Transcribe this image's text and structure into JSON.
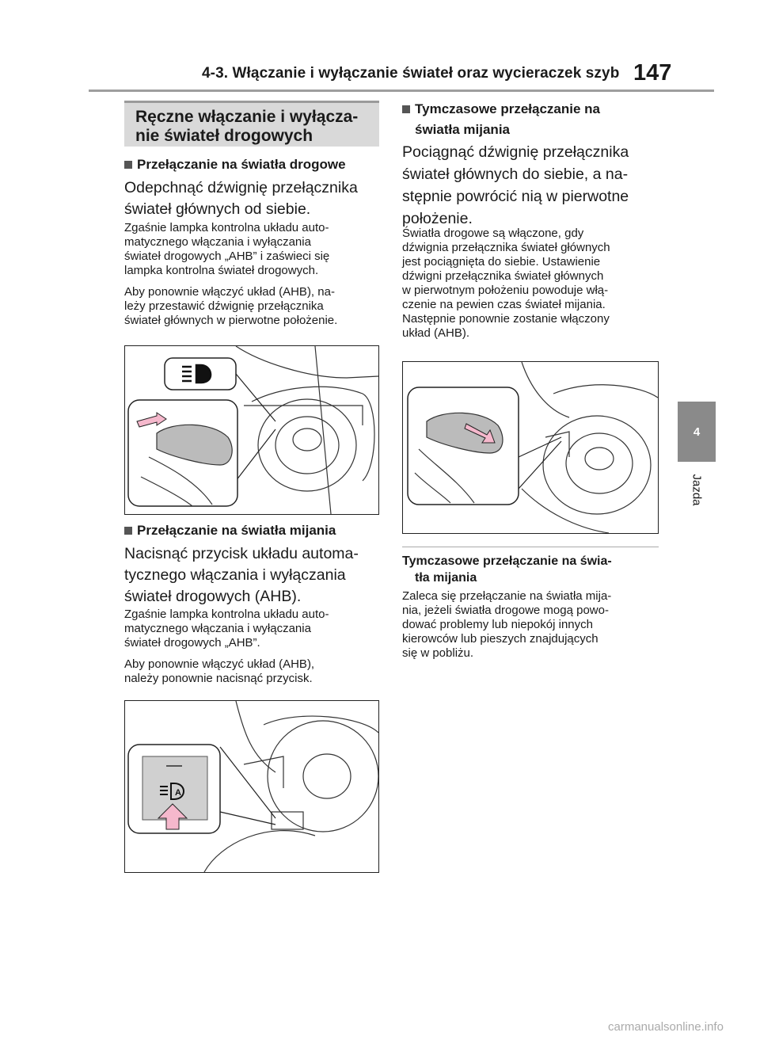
{
  "header": {
    "section_title": "4-3. Włączanie i wyłączanie świateł oraz wycieraczek szyb",
    "page_number": "147"
  },
  "side_tab": {
    "chapter_number": "4",
    "chapter_label": "Jazda"
  },
  "section_heading": [
    "Ręczne włączanie i wyłącza-",
    "nie świateł drogowych"
  ],
  "left": {
    "sub1": {
      "title": "Przełączanie na światła drogowe",
      "instruction": [
        "Odepchnąć dźwignię przełącznika",
        "świateł głównych od siebie."
      ],
      "note1": [
        "Zgaśnie lampka kontrolna układu auto-",
        "matycznego włączania i wyłączania",
        "świateł drogowych „AHB” i zaświeci się",
        "lampka kontrolna świateł drogowych."
      ],
      "note2": [
        "Aby ponownie włączyć układ (AHB), na-",
        "leży przestawić dźwignię przełącznika",
        "świateł głównych w pierwotne położenie."
      ]
    },
    "sub2": {
      "title": "Przełączanie na światła mijania",
      "instruction": [
        "Nacisnąć przycisk układu automa-",
        "tycznego włączania i wyłączania",
        "świateł drogowych (AHB)."
      ],
      "note1": [
        "Zgaśnie lampka kontrolna układu auto-",
        "matycznego włączania i wyłączania",
        "świateł drogowych „AHB”."
      ],
      "note2": [
        "Aby ponownie włączyć układ (AHB),",
        "należy ponownie nacisnąć przycisk."
      ]
    }
  },
  "right": {
    "sub1": {
      "title": [
        "Tymczasowe przełączanie na",
        "światła mijania"
      ],
      "instruction": [
        "Pociągnąć dźwignię przełącznika",
        "świateł głównych do siebie, a na-",
        "stępnie powrócić nią w pierwotne",
        "położenie."
      ],
      "note": [
        "Światła drogowe są włączone, gdy",
        "dźwignia przełącznika świateł głównych",
        "jest pociągnięta do siebie. Ustawienie",
        "dźwigni przełącznika świateł głównych",
        "w pierwotnym położeniu powoduje włą-",
        "czenie na pewien czas świateł mijania.",
        "Następnie ponownie zostanie włączony",
        "układ (AHB)."
      ]
    },
    "info": {
      "title": [
        "Tymczasowe przełączanie na świa-",
        "tła mijania"
      ],
      "text": [
        "Zaleca się przełączanie na światła mija-",
        "nia, jeżeli światła drogowe mogą powo-",
        "dować problemy lub niepokój innych",
        "kierowców lub pieszych znajdujących",
        "się w pobliżu."
      ]
    }
  },
  "watermark": "carmanualsonline.info",
  "colors": {
    "highlight_arrow": "#f5b8cc",
    "section_box": "#d9d9d9",
    "tab": "#8a8a8a"
  },
  "icons": [
    "high-beam-icon",
    "auto-high-beam-icon"
  ]
}
